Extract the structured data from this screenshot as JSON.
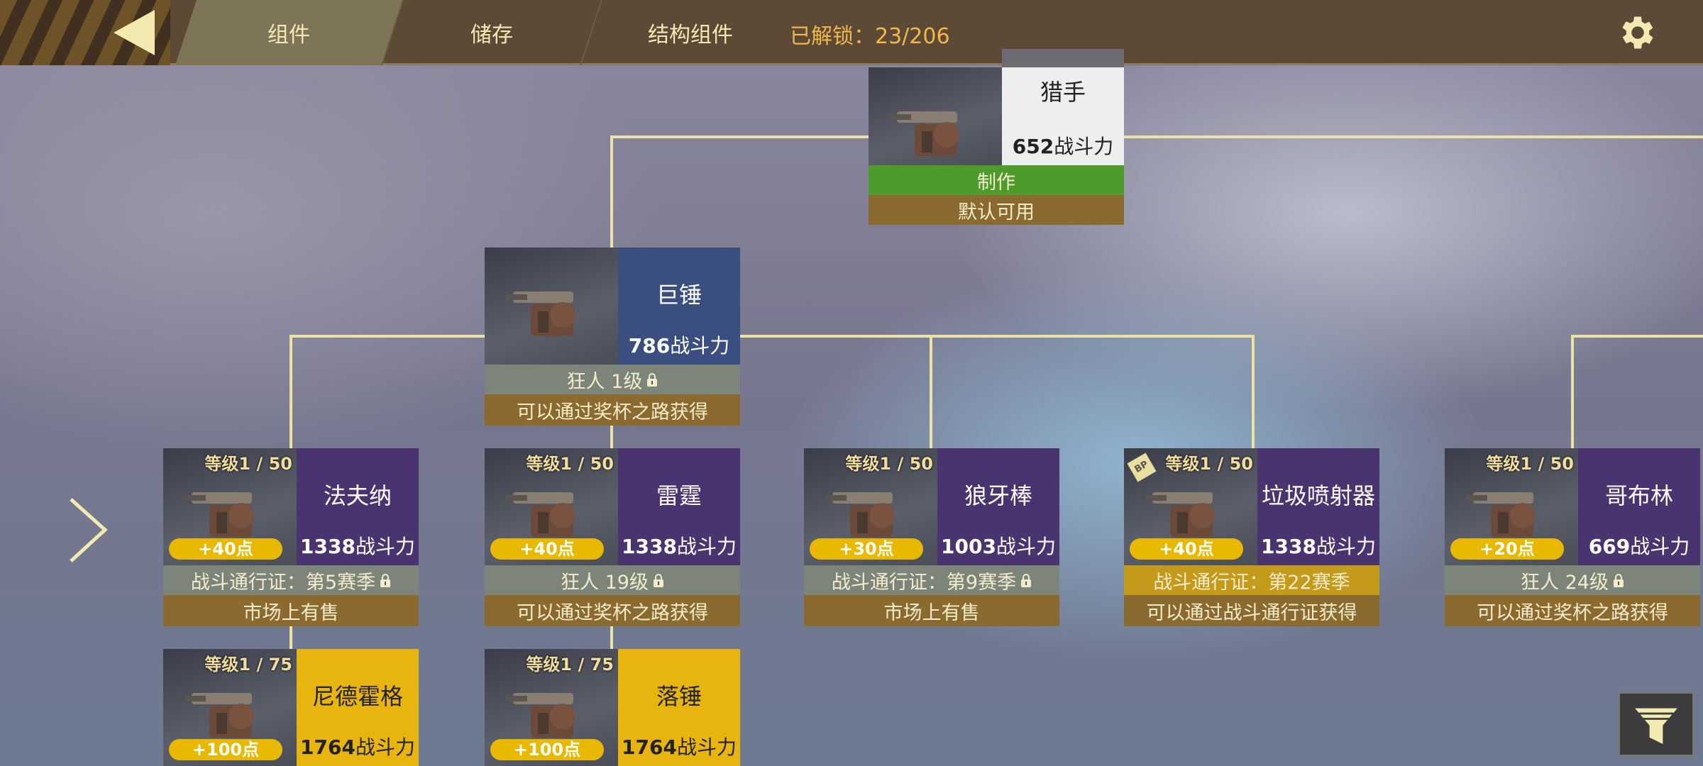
{
  "topbar": {
    "tabs": [
      {
        "label": "组件",
        "active": true
      },
      {
        "label": "储存",
        "active": false
      },
      {
        "label": "结构组件",
        "active": false
      }
    ],
    "unlocked": "已解锁：23/206"
  },
  "colors": {
    "accent": "#f0b84a",
    "line": "#ece2a8",
    "craft": "#4e9a2a",
    "source": "#8a6a2e",
    "lockedBar": "#7d857a",
    "passBar": "#c49a1a",
    "purple": "#4a3470",
    "blue": "#3a4f7f",
    "yellow": "#e8b50e"
  },
  "cards": [
    {
      "name": "猎手",
      "power": "652",
      "power_unit": "战斗力",
      "bar1": "制作",
      "bar2": "默认可用",
      "style": "root"
    },
    {
      "name": "巨锤",
      "power": "786",
      "power_unit": "战斗力",
      "bar1": "狂人 1级",
      "lock": true,
      "bar2": "可以通过奖杯之路获得",
      "style": "blue"
    },
    {
      "name": "法夫纳",
      "power": "1338",
      "power_unit": "战斗力",
      "level": "等级1 / 50",
      "points": "+40点",
      "bar1": "战斗通行证：第5赛季",
      "lock": true,
      "bar2": "市场上有售",
      "style": "purple"
    },
    {
      "name": "雷霆",
      "power": "1338",
      "power_unit": "战斗力",
      "level": "等级1 / 50",
      "points": "+40点",
      "bar1": "狂人 19级",
      "lock": true,
      "bar2": "可以通过奖杯之路获得",
      "style": "purple"
    },
    {
      "name": "狼牙棒",
      "power": "1003",
      "power_unit": "战斗力",
      "level": "等级1 / 50",
      "points": "+30点",
      "bar1": "战斗通行证：第9赛季",
      "lock": true,
      "bar2": "市场上有售",
      "style": "purple"
    },
    {
      "name": "垃圾喷射器",
      "power": "1338",
      "power_unit": "战斗力",
      "level": "等级1 / 50",
      "points": "+40点",
      "bar1": "战斗通行证：第22赛季",
      "bar2": "可以通过战斗通行证获得",
      "style": "purple",
      "pass": true,
      "badge": "BP"
    },
    {
      "name": "哥布林",
      "power": "669",
      "power_unit": "战斗力",
      "level": "等级1 / 50",
      "points": "+20点",
      "bar1": "狂人 24级",
      "lock": true,
      "bar2": "可以通过奖杯之路获得",
      "style": "purple"
    },
    {
      "name": "尼德霍格",
      "power": "1764",
      "power_unit": "战斗力",
      "level": "等级1 / 75",
      "points": "+100点",
      "style": "yellow"
    },
    {
      "name": "落锤",
      "power": "1764",
      "power_unit": "战斗力",
      "level": "等级1 / 75",
      "points": "+100点",
      "style": "yellow"
    }
  ],
  "icons": {
    "back": "back-arrow-icon",
    "settings": "gear-icon",
    "next": "chevron-right-icon",
    "filter": "filter-icon",
    "lock": "lock-icon"
  }
}
